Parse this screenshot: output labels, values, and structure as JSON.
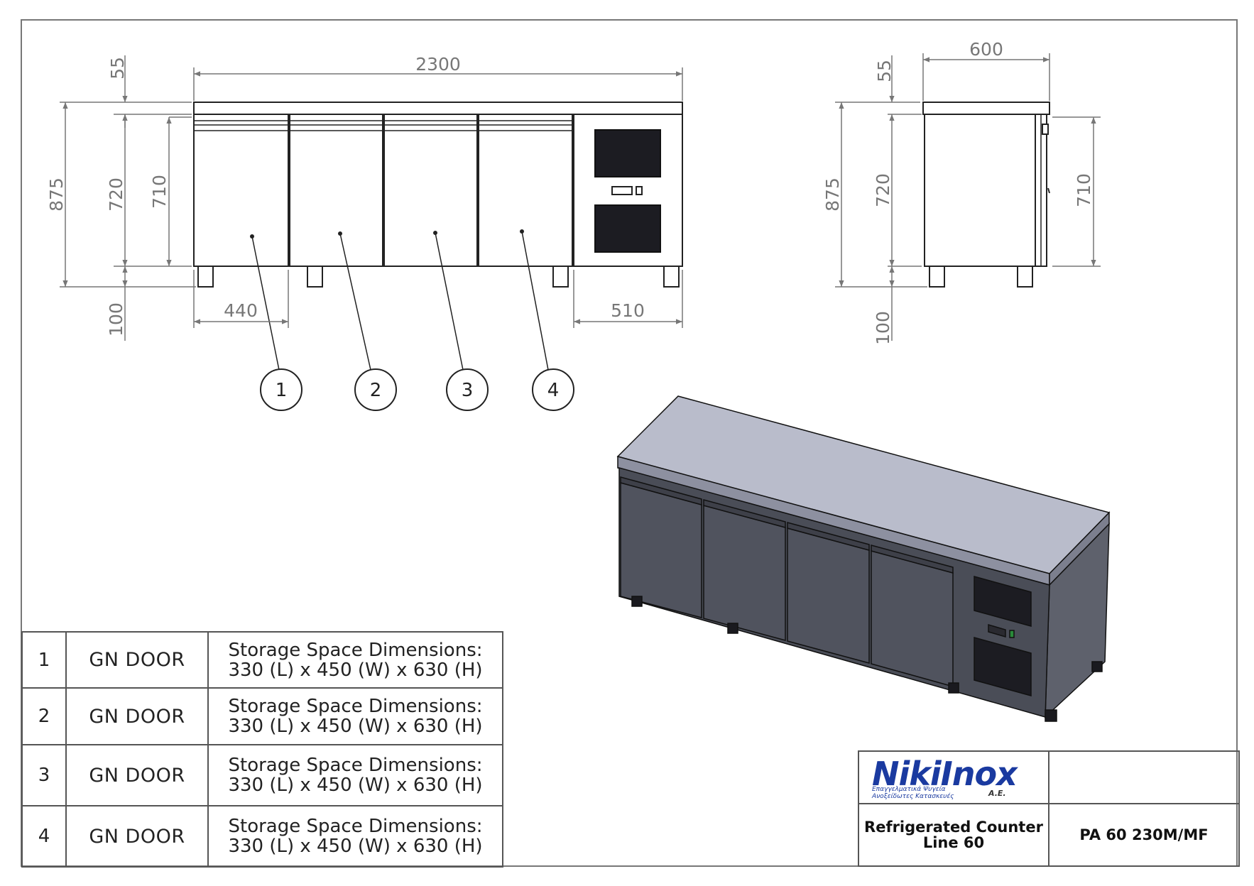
{
  "front_view_dimensions": {
    "total_width": "2300",
    "top_thickness": "55",
    "total_height": "875",
    "cabinet_height": "720",
    "door_height": "710",
    "leg_height": "100",
    "door_width": "440",
    "motor_width": "510"
  },
  "side_view_dimensions": {
    "depth": "600",
    "top_thickness": "55",
    "total_height": "875",
    "cabinet_height": "720",
    "door_height": "710",
    "leg_height": "100"
  },
  "balloons": [
    "1",
    "2",
    "3",
    "4"
  ],
  "parts_table": [
    {
      "num": "1",
      "part": "GN DOOR",
      "desc_line1": "Storage Space Dimensions:",
      "desc_line2": "330 (L) x 450 (W) x 630 (H)"
    },
    {
      "num": "2",
      "part": "GN DOOR",
      "desc_line1": "Storage Space Dimensions:",
      "desc_line2": "330 (L) x 450 (W) x 630 (H)"
    },
    {
      "num": "3",
      "part": "GN DOOR",
      "desc_line1": "Storage Space Dimensions:",
      "desc_line2": "330 (L) x 450 (W) x 630 (H)"
    },
    {
      "num": "4",
      "part": "GN DOOR",
      "desc_line1": "Storage Space Dimensions:",
      "desc_line2": "330 (L) x 450 (W) x 630 (H)"
    }
  ],
  "title_block": {
    "logo_name": "NikiInox",
    "logo_tagline_1": "Επαγγελματικά Ψυγεία",
    "logo_tagline_2": "Ανοξείδωτες Κατασκευές",
    "logo_suffix": "A.E.",
    "title_line1": "Refrigerated Counter",
    "title_line2": "Line 60",
    "model": "PA 60 230M/MF"
  },
  "colors": {
    "line": "#222222",
    "dimension": "#777777",
    "body_dark": "#4a4d57",
    "top_light": "#b9bccb",
    "grille": "#1c1c22",
    "logo_blue": "#1a3aa0"
  }
}
